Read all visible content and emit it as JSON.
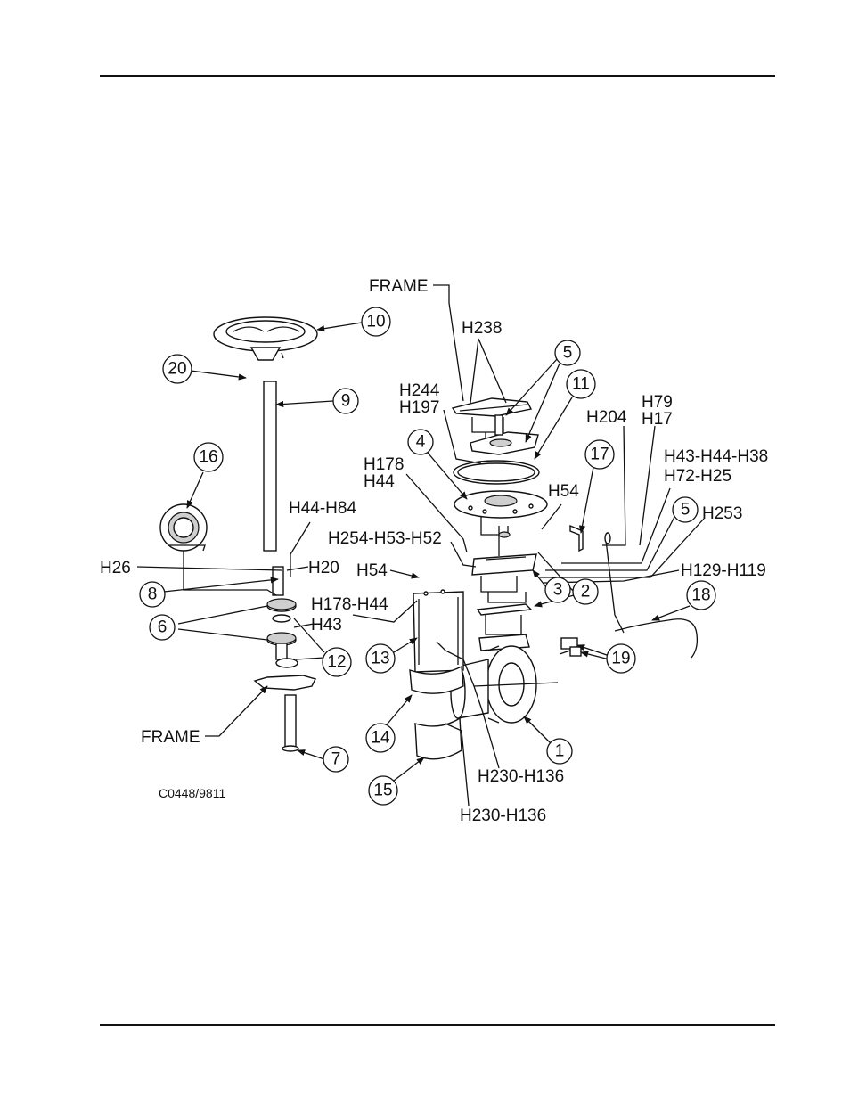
{
  "drawing_code": "C0448/9811",
  "labels": {
    "frame_top": "FRAME",
    "frame_bottom": "FRAME",
    "h238": "H238",
    "h244": "H244",
    "h197": "H197",
    "h79": "H79",
    "h17": "H17",
    "h204": "H204",
    "h178_right": "H178",
    "h44_right": "H44",
    "h43_h44_h38": "H43-H44-H38",
    "h72_h25": "H72-H25",
    "h54_top": "H54",
    "h253": "H253",
    "h44_h84": "H44-H84",
    "h254_h53_h52": "H254-H53-H52",
    "h26": "H26",
    "h20": "H20",
    "h54_left": "H54",
    "h129_h119": "H129-H119",
    "h178_h44": "H178-H44",
    "h43": "H43",
    "h230_h136_a": "H230-H136",
    "h230_h136_b": "H230-H136"
  },
  "callouts": {
    "c1": "1",
    "c2": "2",
    "c3": "3",
    "c4": "4",
    "c5a": "5",
    "c5b": "5",
    "c6": "6",
    "c7": "7",
    "c8": "8",
    "c9": "9",
    "c10": "10",
    "c11": "11",
    "c12": "12",
    "c13": "13",
    "c14": "14",
    "c15": "15",
    "c16": "16",
    "c17": "17",
    "c18": "18",
    "c19": "19",
    "c20": "20"
  }
}
